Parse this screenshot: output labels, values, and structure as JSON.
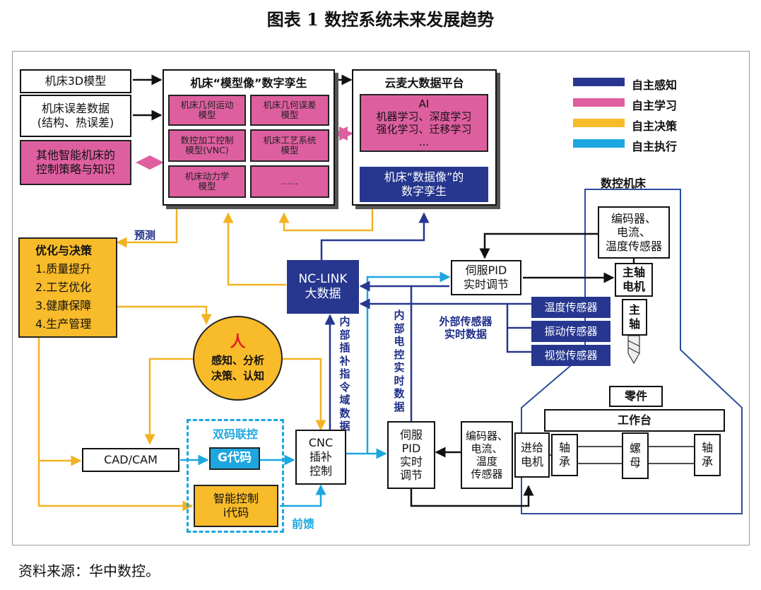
{
  "title": "图表 1  数控系统未来发展趋势",
  "source": "资料来源：华中数控。",
  "legend": [
    {
      "label": "自主感知",
      "color": "#27378f"
    },
    {
      "label": "自主学习",
      "color": "#de5fa0"
    },
    {
      "label": "自主决策",
      "color": "#f8bb2a"
    },
    {
      "label": "自主执行",
      "color": "#1ca7e0"
    }
  ],
  "inputs": {
    "model3d": "机床3D模型",
    "error_data": "机床误差数据\n(结构、热误差)",
    "other_knowledge": "其他智能机床的\n控制策略与知识"
  },
  "model_twin": {
    "title": "机床“模型像”数字孪生",
    "items": [
      "机床几何运动\n模型",
      "机床几何误差\n模型",
      "数控加工控制\n模型(VNC)",
      "机床工艺系统\n模型",
      "机床动力学\n模型",
      "......"
    ]
  },
  "cloud": {
    "title": "云麦大数据平台",
    "ai": "AI\n机器学习、深度学习\n强化学习、迁移学习\n...",
    "data_twin": "机床“数据像”的\n数字孪生"
  },
  "optimize": {
    "title": "优化与决策",
    "items": [
      "1.质量提升",
      "2.工艺优化",
      "3.健康保障",
      "4.生产管理"
    ]
  },
  "predict_label": "预测",
  "human": {
    "title": "人",
    "text": "感知、分析\n决策、认知"
  },
  "nclink": "NC-LINK\n大数据",
  "internal_data": "内部插补指令域数据",
  "internal_ctrl": "内部电控实时数据",
  "external_data": "外部传感器\n实时数据",
  "servo_top": "伺服PID\n实时调节",
  "servo_bottom": "伺服\nPID\n实时\n调节",
  "cadcam": "CAD/CAM",
  "dualcode": {
    "title": "双码联控",
    "g": "G代码",
    "i": "智能控制\ni代码"
  },
  "cnc": "CNC\n插补\n控制",
  "feedforward": "前馈",
  "machine": {
    "title": "数控机床",
    "sensor_top": "编码器、\n电流、\n温度传感器",
    "spindle_motor": "主轴\n电机",
    "spindle": "主\n轴",
    "sensors": [
      "温度传感器",
      "振动传感器",
      "视觉传感器"
    ],
    "sensor_bottom": "编码器、\n电流、\n温度\n传感器",
    "feed_motor": "进给\n电机",
    "part": "零件",
    "table": "工作台",
    "bearing1": "轴\n承",
    "nut": "螺\n母",
    "bearing2": "轴\n承"
  }
}
